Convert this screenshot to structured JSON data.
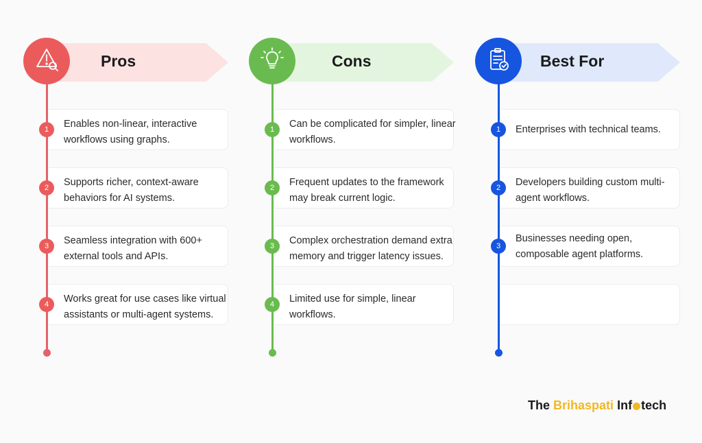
{
  "columns": [
    {
      "title": "Pros",
      "items": [
        {
          "num": "1",
          "text": "Enables non-linear, interactive workflows using graphs."
        },
        {
          "num": "2",
          "text": "Supports richer, context-aware behaviors for AI systems."
        },
        {
          "num": "3",
          "text": "Seamless integration with 600+ external tools and APIs."
        },
        {
          "num": "4",
          "text": "Works great for use cases like virtual assistants or multi-agent systems."
        }
      ]
    },
    {
      "title": "Cons",
      "items": [
        {
          "num": "1",
          "text": "Can be complicated for simpler, linear workflows."
        },
        {
          "num": "2",
          "text": "Frequent updates to the framework may break current logic."
        },
        {
          "num": "3",
          "text": "Complex orchestration demand extra memory and trigger latency issues."
        },
        {
          "num": "4",
          "text": "Limited use for simple, linear workflows."
        }
      ]
    },
    {
      "title": "Best For",
      "items": [
        {
          "num": "1",
          "text": "Enterprises with technical teams."
        },
        {
          "num": "2",
          "text": "Developers building custom multi-agent workflows."
        },
        {
          "num": "3",
          "text": "Businesses needing open, composable agent platforms."
        },
        {
          "num": "",
          "text": ""
        }
      ]
    }
  ],
  "brand": {
    "the": "The",
    "name": "Brihaspati",
    "info_a": "Inf",
    "info_b": "tech"
  },
  "colors": {
    "pros": "#ec5b5b",
    "cons": "#6abb4f",
    "best": "#1655e0",
    "brand_accent": "#f2b824"
  },
  "icons": {
    "pros": "alert-bulb-icon",
    "cons": "lightbulb-icon",
    "best": "clipboard-check-icon"
  }
}
